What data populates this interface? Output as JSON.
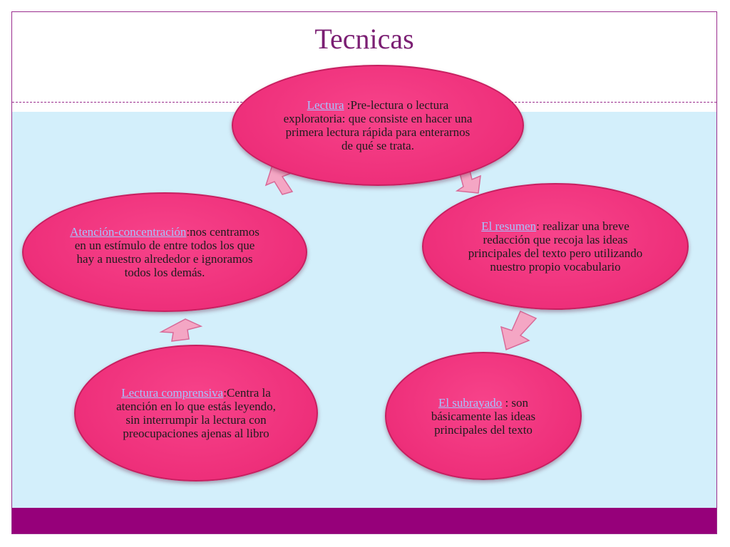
{
  "title": "Tecnicas",
  "nodes": {
    "lectura": {
      "link": "Lectura",
      "text": " :Pre-lectura o lectura exploratoria: que consiste en hacer una primera lectura rápida para enterarnos de qué se trata."
    },
    "resumen": {
      "link": "El resumen",
      "text": ": realizar una breve redacción que recoja las ideas principales del texto pero utilizando nuestro propio vocabulario"
    },
    "subrayado": {
      "link": "El subrayado",
      "text": " : son básicamente las ideas principales del texto"
    },
    "comprensiva": {
      "link": "Lectura comprensiva",
      "text": ":Centra la atención en lo que estás leyendo, sin interrumpir la lectura con preocupaciones ajenas al libro"
    },
    "atencion": {
      "link": "Atención-concentración",
      "text": ":nos centramos en un estímulo de entre todos los que hay a nuestro alrededor e ignoramos todos los demás."
    }
  },
  "colors": {
    "node_fill": "#ee2f7a",
    "arrow_fill": "#f4a6c4",
    "content_bg": "#d3effb",
    "bottom_bar": "#96007a",
    "title": "#7b1f73"
  }
}
